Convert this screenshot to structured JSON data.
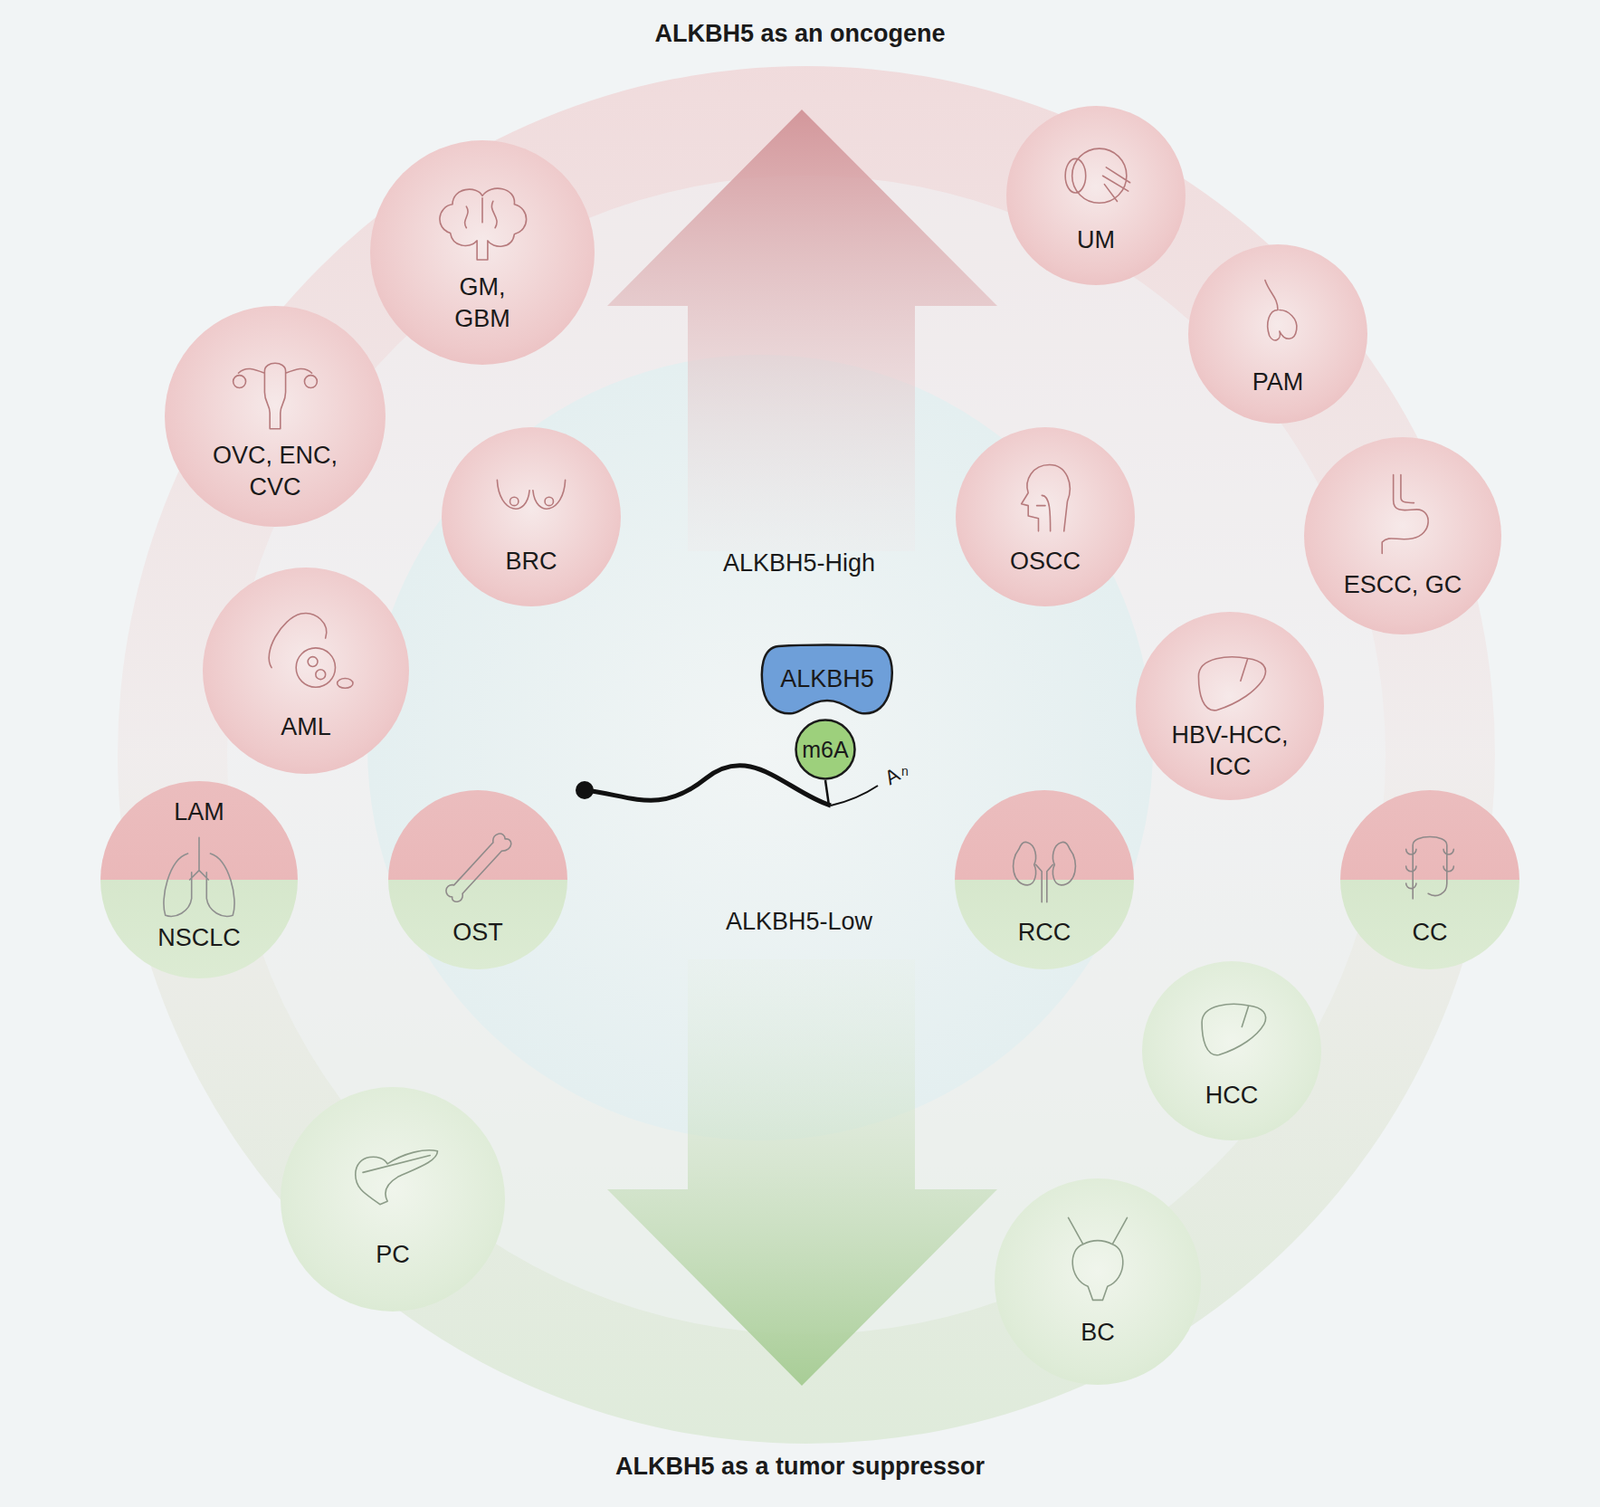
{
  "diagram": {
    "title": "ALKBH5 as an oncogene",
    "caption": "ALKBH5 as a tumor suppressor",
    "nodes": [
      {
        "text": [
          "GM, GBM"
        ]
      },
      {
        "text": [
          "UM"
        ]
      },
      {
        "text": [
          "OVC, ENC, CVC"
        ]
      },
      {
        "text": [
          "PAM"
        ]
      },
      {
        "text": [
          "BRC"
        ]
      },
      {
        "text": [
          "OSCC"
        ]
      },
      {
        "text": [
          "ESCC, GC"
        ]
      },
      {
        "text": [
          "AML"
        ]
      },
      {
        "text": [
          "ALKBH5"
        ]
      },
      {
        "text": [
          "m6A"
        ]
      },
      {
        "text": [
          "HBV-HCC, ICC"
        ]
      },
      {
        "text": [
          "LAM",
          "NSCLC"
        ]
      },
      {
        "text": [
          "OST"
        ]
      },
      {
        "text": [
          "RCC"
        ]
      },
      {
        "text": [
          "CC"
        ]
      },
      {
        "text": [
          "HCC"
        ]
      },
      {
        "text": [
          "PC"
        ]
      },
      {
        "text": [
          "BC"
        ]
      }
    ],
    "edges": [],
    "labels": [
      "ALKBH5-High",
      "ALKBH5-Low",
      "A",
      "n"
    ]
  }
}
